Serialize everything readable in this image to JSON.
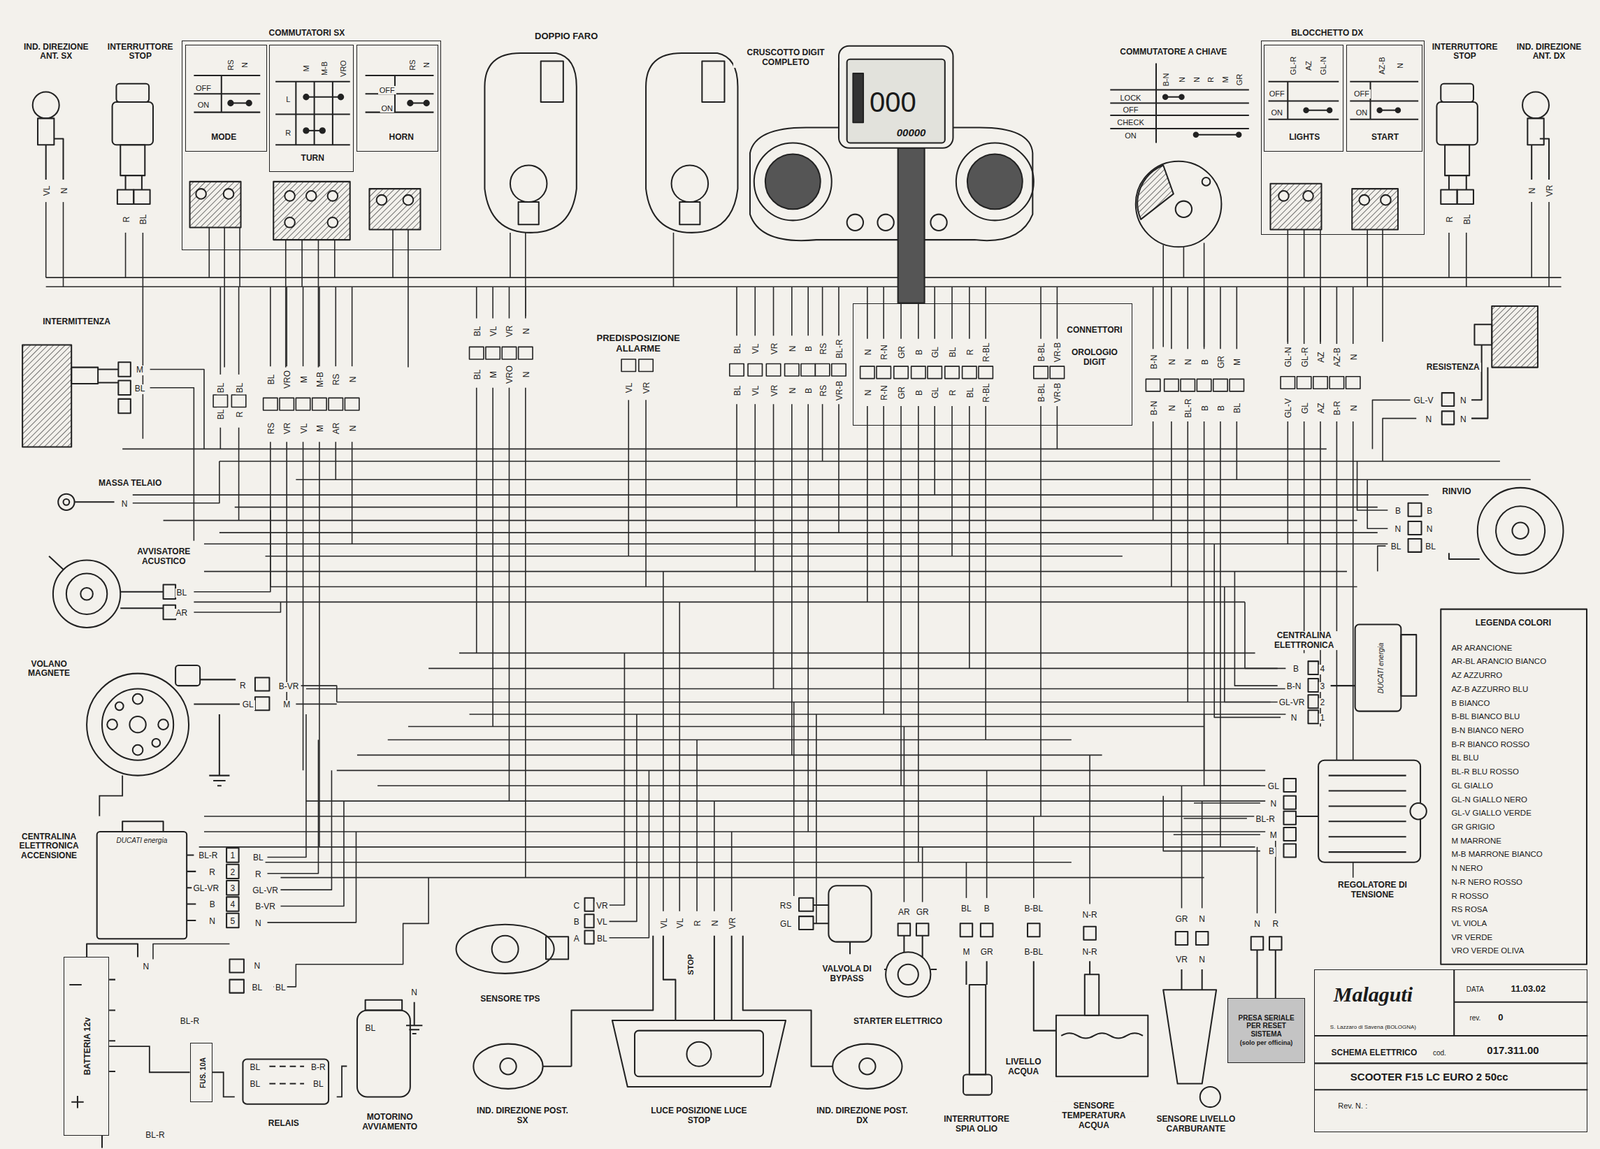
{
  "diagram": {
    "nodes": [
      {
        "text": [
          "IND. DIREZIONE ANT. SX"
        ]
      },
      {
        "text": [
          "INTERRUTTORE STOP"
        ]
      },
      {
        "text": [
          "COMMUTATORI SX"
        ]
      },
      {
        "text": [
          "RS",
          "N",
          "OFF",
          "ON",
          "MODE"
        ],
        "in": 2
      },
      {
        "text": [
          "M",
          "M-B",
          "VRO",
          "L",
          "R",
          "TURN"
        ],
        "in": 2
      },
      {
        "text": [
          "RS",
          "N",
          "OFF",
          "ON",
          "HORN"
        ],
        "in": 2
      },
      {
        "text": [
          "DOPPIO FARO"
        ]
      },
      {
        "text": [
          "CRUSCOTTO DIGIT COMPLETO",
          "000",
          "00000"
        ]
      },
      {
        "text": [
          "COMMUTATORE A CHIAVE",
          "B-N",
          "N",
          "N",
          "R",
          "M",
          "GR",
          "LOCK",
          "OFF",
          "CHECK",
          "ON"
        ]
      },
      {
        "text": [
          "BLOCCHETTO DX"
        ]
      },
      {
        "text": [
          "GL-R",
          "AZ",
          "GL-N",
          "OFF",
          "ON",
          "LIGHTS"
        ],
        "in": 9
      },
      {
        "text": [
          "AZ-B",
          "N",
          "OFF",
          "ON",
          "START"
        ],
        "in": 9
      },
      {
        "text": [
          "INTERRUTTORE STOP"
        ]
      },
      {
        "text": [
          "IND. DIREZIONE ANT. DX"
        ]
      },
      {
        "text": [
          "INTERMITTENZA"
        ]
      },
      {
        "text": [
          "PREDISPOSIZIONE ALLARME"
        ]
      },
      {
        "text": [
          "CONNETTORI",
          "OROLOGIO DIGIT"
        ]
      },
      {
        "text": [
          "RESISTENZA"
        ]
      },
      {
        "text": [
          "MASSA TELAIO"
        ]
      },
      {
        "text": [
          "RINVIO"
        ]
      },
      {
        "text": [
          "AVVISATORE ACUSTICO"
        ]
      },
      {
        "text": [
          "VOLANO MAGNETE"
        ]
      },
      {
        "text": [
          "CENTRALINA ELETTRONICA",
          "DUCATI energia"
        ]
      },
      {
        "text": [
          "REGOLATORE DI TENSIONE"
        ]
      },
      {
        "text": [
          "CENTRALINA ELETTRONICA ACCENSIONE",
          "DUCATI energia"
        ]
      },
      {
        "text": [
          "BATTERIA 12v"
        ]
      },
      {
        "text": [
          "FUS. 10A"
        ]
      },
      {
        "text": [
          "RELAIS"
        ]
      },
      {
        "text": [
          "MOTORINO AVVIAMENTO"
        ]
      },
      {
        "text": [
          "SENSORE TPS"
        ]
      },
      {
        "text": [
          "IND. DIREZIONE POST. SX"
        ]
      },
      {
        "text": [
          "STOP",
          "LUCE POSIZIONE LUCE STOP"
        ]
      },
      {
        "text": [
          "IND. DIREZIONE POST. DX"
        ]
      },
      {
        "text": [
          "VALVOLA DI BYPASS"
        ]
      },
      {
        "text": [
          "STARTER ELETTRICO"
        ]
      },
      {
        "text": [
          "INTERRUTTORE SPIA OLIO"
        ]
      },
      {
        "text": [
          "LIVELLO ACQUA",
          "SENSORE TEMPERATURA ACQUA"
        ]
      },
      {
        "text": [
          "SENSORE LIVELLO CARBURANTE"
        ]
      },
      {
        "text": [
          "PRESA SERIALE PER RESET SISTEMA",
          "(solo per officina)"
        ]
      },
      {
        "text": [
          "Malaguti",
          "S. Lazzaro di Savena (BOLOGNA)",
          "DATA",
          "11.03.02",
          "rev.",
          "0",
          "SCHEMA ELETTRICO",
          "cod.",
          "017.311.00",
          "SCOOTER F15 LC EURO 2 50cc",
          "Rev. N. :"
        ]
      }
    ],
    "edges": [
      {
        "from": 25,
        "to": 26,
        "arrow": "none"
      },
      {
        "from": 26,
        "to": 27,
        "arrow": "none"
      },
      {
        "from": 27,
        "to": 28,
        "arrow": "none"
      },
      {
        "from": 21,
        "to": 24,
        "arrow": "none"
      }
    ],
    "labels": [
      "VL",
      "N",
      "R",
      "BL",
      "M",
      "BL",
      "BL",
      "BL",
      "BL",
      "R",
      "BL",
      "VRO",
      "M",
      "M-B",
      "RS",
      "N",
      "RS",
      "VR",
      "VL",
      "M",
      "AR",
      "N",
      "BL",
      "VL",
      "VR",
      "N",
      "BL",
      "M",
      "VRO",
      "N",
      "VL",
      "VR",
      "BL",
      "VL",
      "VR",
      "N",
      "B",
      "RS",
      "BL-R",
      "BL",
      "VL",
      "VR",
      "N",
      "B",
      "RS",
      "VR-B",
      "N",
      "R-N",
      "GR",
      "B",
      "GL",
      "BL",
      "R",
      "R-BL",
      "B-BL",
      "VR-B",
      "N",
      "R-N",
      "GR",
      "B",
      "GL",
      "R",
      "BL",
      "R-BL",
      "B-BL",
      "VR-B",
      "B-N",
      "N",
      "N",
      "B",
      "GR",
      "M",
      "B-N",
      "N",
      "BL-R",
      "B",
      "B",
      "BL",
      "GL-N",
      "GL-R",
      "AZ",
      "AZ-B",
      "N",
      "GL-V",
      "GL",
      "AZ",
      "B-R",
      "N",
      "R",
      "BL",
      "N",
      "VR",
      "GL-V",
      "N",
      "N",
      "N",
      "N",
      "B",
      "B",
      "N",
      "N",
      "BL",
      "BL",
      "BL",
      "AR",
      "R",
      "B-VR",
      "GL",
      "M",
      "B",
      "4",
      "B-N",
      "3",
      "GL-VR",
      "2",
      "N",
      "1",
      "GL",
      "N",
      "BL-R",
      "M",
      "B",
      "BL-R",
      "1",
      "R",
      "2",
      "GL-VR",
      "3",
      "B",
      "4",
      "N",
      "5",
      "BL",
      "R",
      "GL-VR",
      "B-VR",
      "N",
      "N",
      "N",
      "BL",
      "BL",
      "BL-R",
      "N",
      "BL",
      "BL-R",
      "BL",
      "B-R",
      "BL",
      "BL",
      "C",
      "VR",
      "B",
      "VL",
      "A",
      "BL",
      "VL",
      "VL",
      "R",
      "N",
      "VR",
      "RS",
      "GL",
      "AR",
      "GR",
      "BL",
      "B",
      "M",
      "GR",
      "B-BL",
      "B-BL",
      "N-R",
      "N-R",
      "GR",
      "N",
      "VR",
      "N",
      "N",
      "R",
      "LEGENDA COLORI"
    ],
    "legend": [
      {
        "text": "AR ARANCIONE"
      },
      {
        "text": "AR-BL ARANCIO BIANCO"
      },
      {
        "text": "AZ AZZURRO"
      },
      {
        "text": "AZ-B AZZURRO BLU"
      },
      {
        "text": "B BIANCO"
      },
      {
        "text": "B-BL BIANCO BLU"
      },
      {
        "text": "B-N BIANCO NERO"
      },
      {
        "text": "B-R BIANCO ROSSO"
      },
      {
        "text": "BL BLU"
      },
      {
        "text": "BL-R BLU ROSSO"
      },
      {
        "text": "GL GIALLO"
      },
      {
        "text": "GL-N GIALLO NERO"
      },
      {
        "text": "GL-V GIALLO VERDE"
      },
      {
        "text": "GR GRIGIO"
      },
      {
        "text": "M MARRONE"
      },
      {
        "text": "M-B MARRONE BIANCO"
      },
      {
        "text": "N NERO"
      },
      {
        "text": "N-R NERO ROSSO"
      },
      {
        "text": "R ROSSO"
      },
      {
        "text": "RS ROSA"
      },
      {
        "text": "VL VIOLA"
      },
      {
        "text": "VR VERDE"
      },
      {
        "text": "VRO VERDE OLIVA"
      }
    ]
  }
}
